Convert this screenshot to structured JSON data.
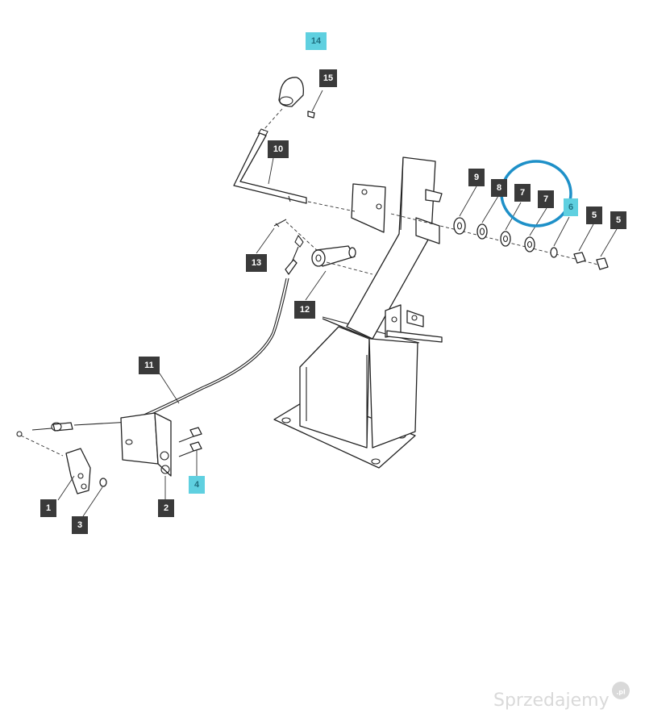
{
  "callouts": [
    {
      "id": "c14",
      "label": "14",
      "style": "cyan"
    },
    {
      "id": "c15",
      "label": "15",
      "style": "dark"
    },
    {
      "id": "c10",
      "label": "10",
      "style": "dark"
    },
    {
      "id": "c13",
      "label": "13",
      "style": "dark"
    },
    {
      "id": "c12",
      "label": "12",
      "style": "dark"
    },
    {
      "id": "c11",
      "label": "11",
      "style": "dark"
    },
    {
      "id": "c9",
      "label": "9",
      "style": "dark"
    },
    {
      "id": "c8",
      "label": "8",
      "style": "dark"
    },
    {
      "id": "c7a",
      "label": "7",
      "style": "dark"
    },
    {
      "id": "c7b",
      "label": "7",
      "style": "dark"
    },
    {
      "id": "c6",
      "label": "6",
      "style": "cyan"
    },
    {
      "id": "c5a",
      "label": "5",
      "style": "dark"
    },
    {
      "id": "c5b",
      "label": "5",
      "style": "dark"
    },
    {
      "id": "c4",
      "label": "4",
      "style": "cyan"
    },
    {
      "id": "c1",
      "label": "1",
      "style": "dark"
    },
    {
      "id": "c2",
      "label": "2",
      "style": "dark"
    },
    {
      "id": "c3",
      "label": "3",
      "style": "dark"
    }
  ],
  "watermark": {
    "text": "Sprzedajemy",
    "badge": ".pl"
  },
  "colors": {
    "callout_dark": "#3a3a3a",
    "callout_cyan": "#5fd0e0",
    "highlight_circle": "#1e90c8"
  }
}
